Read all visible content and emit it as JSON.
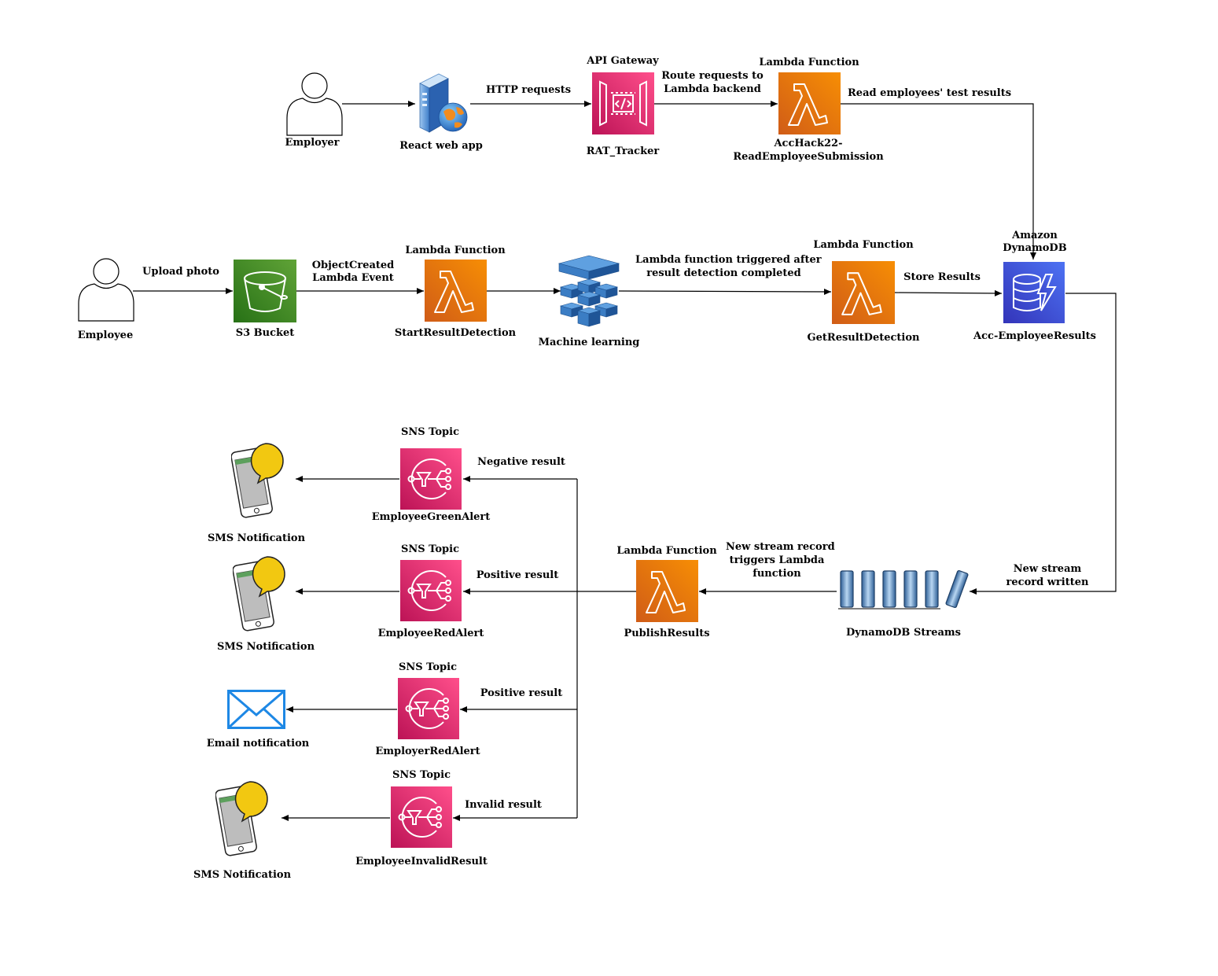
{
  "employer": {
    "label": "Employer"
  },
  "react_app": {
    "label": "React web app"
  },
  "api_gateway": {
    "title": "API Gateway",
    "name": "RAT_Tracker"
  },
  "lambda_read": {
    "title": "Lambda Function",
    "name_line1": "AccHack22-",
    "name_line2": "ReadEmployeeSubmission"
  },
  "employee": {
    "label": "Employee"
  },
  "s3": {
    "name": "S3 Bucket"
  },
  "lambda_start": {
    "title": "Lambda Function",
    "name": "StartResultDetection"
  },
  "ml": {
    "label": "Machine learning"
  },
  "lambda_get": {
    "title": "Lambda Function",
    "name": "GetResultDetection"
  },
  "dynamodb": {
    "title_line1": "Amazon",
    "title_line2": "DynamoDB",
    "name": "Acc-EmployeeResults"
  },
  "streams": {
    "label": "DynamoDB Streams"
  },
  "lambda_publish": {
    "title": "Lambda Function",
    "name": "PublishResults"
  },
  "sns_topics": [
    {
      "title": "SNS Topic",
      "name": "EmployeeGreenAlert",
      "edge": "Negative result",
      "target": "SMS Notification"
    },
    {
      "title": "SNS Topic",
      "name": "EmployeeRedAlert",
      "edge": "Positive result",
      "target": "SMS Notification"
    },
    {
      "title": "SNS Topic",
      "name": "EmployerRedAlert",
      "edge": "Positive result",
      "target": "Email notification"
    },
    {
      "title": "SNS Topic",
      "name": "EmployeeInvalidResult",
      "edge": "Invalid result",
      "target": "SMS Notification"
    }
  ],
  "edges": {
    "http": "HTTP requests",
    "route_1": "Route requests to",
    "route_2": "Lambda backend",
    "read_results": "Read employees' test results",
    "upload": "Upload photo",
    "object_created_1": "ObjectCreated",
    "object_created_2": "Lambda Event",
    "ml_trigger_1": "Lambda function triggered after",
    "ml_trigger_2": "result detection completed",
    "store": "Store Results",
    "stream_written_1": "New stream",
    "stream_written_2": "record written",
    "stream_trigger_1": "New stream record",
    "stream_trigger_2": "triggers Lambda",
    "stream_trigger_3": "function"
  },
  "colors": {
    "lambda_top": "#F78E04",
    "lambda_bottom": "#D05C17",
    "s3_top": "#60A337",
    "s3_bottom": "#277116",
    "sns_top": "#FF4F8B",
    "sns_bottom": "#BC1356",
    "apigw_top": "#FF4F8B",
    "apigw_bottom": "#BC1356",
    "dynamo_top": "#4D72F3",
    "dynamo_bottom": "#3334B9",
    "ml_blue": "#3B7DC4",
    "speech_bubble": "#F2C811",
    "email": "#1E88E5"
  }
}
